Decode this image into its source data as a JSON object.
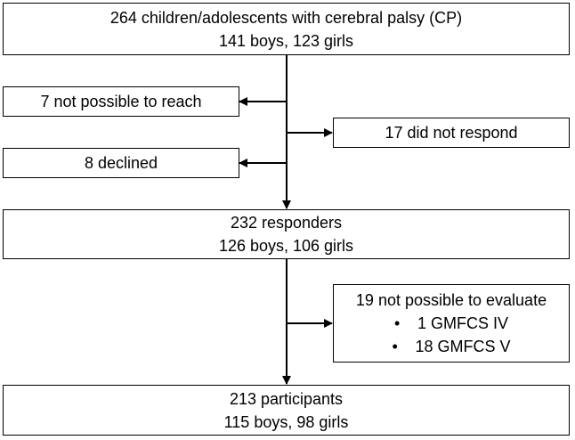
{
  "flowchart": {
    "top": {
      "line1": "264 children/adolescents with cerebral palsy (CP)",
      "line2": "141 boys, 123 girls"
    },
    "exclusion_reach": "7 not possible to reach",
    "exclusion_no_response": "17 did not respond",
    "exclusion_declined": "8 declined",
    "responders": {
      "line1": "232 responders",
      "line2": "126 boys, 106 girls"
    },
    "not_evaluable": {
      "title": "19 not possible to evaluate",
      "items": [
        {
          "bullet": "•",
          "text": "1 GMFCS IV"
        },
        {
          "bullet": "•",
          "text": "18 GMFCS V"
        }
      ]
    },
    "participants": {
      "line1": "213 participants",
      "line2": "115 boys, 98 girls"
    }
  }
}
